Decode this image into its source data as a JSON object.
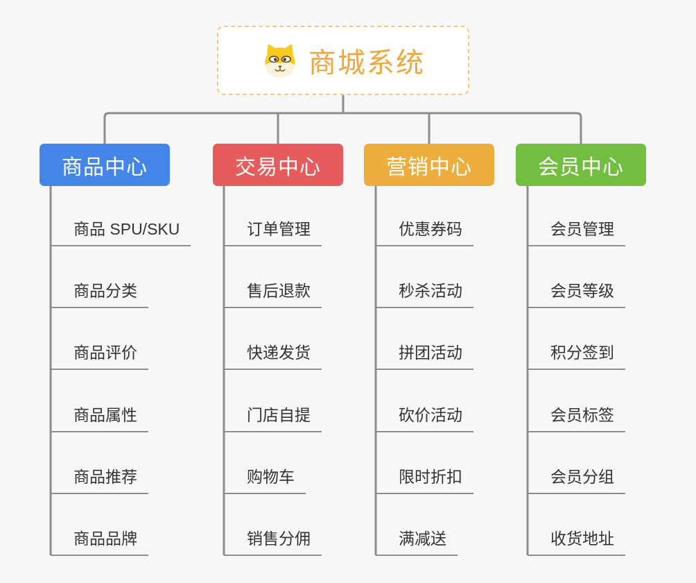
{
  "root": {
    "title": "商城系统",
    "icon": "dog-face-icon",
    "title_color": "#f0a63c",
    "border_color": "#f3c97c"
  },
  "branches": [
    {
      "label": "商品中心",
      "color": "#4486e8",
      "items": [
        "商品 SPU/SKU",
        "商品分类",
        "商品评价",
        "商品属性",
        "商品推荐",
        "商品品牌"
      ]
    },
    {
      "label": "交易中心",
      "color": "#e65c5c",
      "items": [
        "订单管理",
        "售后退款",
        "快递发货",
        "门店自提",
        "购物车",
        "销售分佣"
      ]
    },
    {
      "label": "营销中心",
      "color": "#edae3d",
      "items": [
        "优惠券码",
        "秒杀活动",
        "拼团活动",
        "砍价活动",
        "限时折扣",
        "满减送"
      ]
    },
    {
      "label": "会员中心",
      "color": "#72be41",
      "items": [
        "会员管理",
        "会员等级",
        "积分签到",
        "会员标签",
        "会员分组",
        "收货地址"
      ]
    }
  ],
  "colors": {
    "background": "#f7f7f7",
    "connector": "#8c8c8c",
    "leaf_underline": "#8d8d8d",
    "leaf_text": "#333333"
  }
}
